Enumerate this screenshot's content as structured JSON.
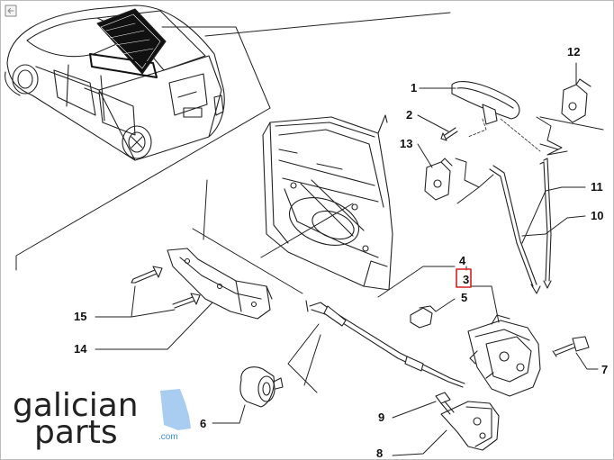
{
  "toolbar": {
    "expand_icon": "expand-icon"
  },
  "callouts": [
    {
      "id": "1",
      "label": "1"
    },
    {
      "id": "2",
      "label": "2"
    },
    {
      "id": "3",
      "label": "3",
      "highlighted": true,
      "highlight_color": "#d62020"
    },
    {
      "id": "4",
      "label": "4"
    },
    {
      "id": "5",
      "label": "5"
    },
    {
      "id": "6",
      "label": "6"
    },
    {
      "id": "7",
      "label": "7"
    },
    {
      "id": "8",
      "label": "8"
    },
    {
      "id": "9",
      "label": "9"
    },
    {
      "id": "10",
      "label": "10"
    },
    {
      "id": "11",
      "label": "11"
    },
    {
      "id": "12",
      "label": "12"
    },
    {
      "id": "13",
      "label": "13"
    },
    {
      "id": "14",
      "label": "14"
    },
    {
      "id": "15",
      "label": "15"
    }
  ],
  "watermark": {
    "line1": "galician",
    "line2": "parts",
    "suffix": ".com",
    "accent_color": "#3a8fd6"
  }
}
